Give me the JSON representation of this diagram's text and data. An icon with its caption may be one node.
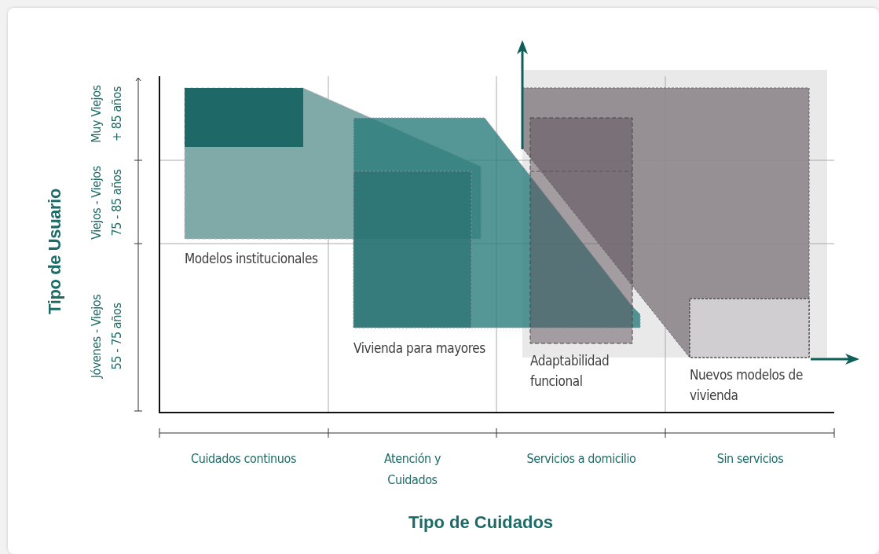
{
  "diagram": {
    "nodes": [
      {
        "text": [
          "Modelos institucionales"
        ]
      },
      {
        "text": [
          "Vivienda para mayores"
        ]
      },
      {
        "text": [
          "Adaptabilidad funcional"
        ]
      },
      {
        "text": [
          "Nuevos modelos de vivienda"
        ]
      }
    ],
    "edges": [],
    "labels": [
      "Muy Viejos",
      "+ 85 años",
      "Viejos - Viejos",
      "75 - 85 años",
      "Tipo de Usuario",
      "Jóvenes - Viejos",
      "55 - 75 años",
      "Cuidados continuos",
      "Atención y Cuidados",
      "Servicios a domicilio",
      "Sin servicios",
      "Tipo de Cuidados"
    ]
  }
}
